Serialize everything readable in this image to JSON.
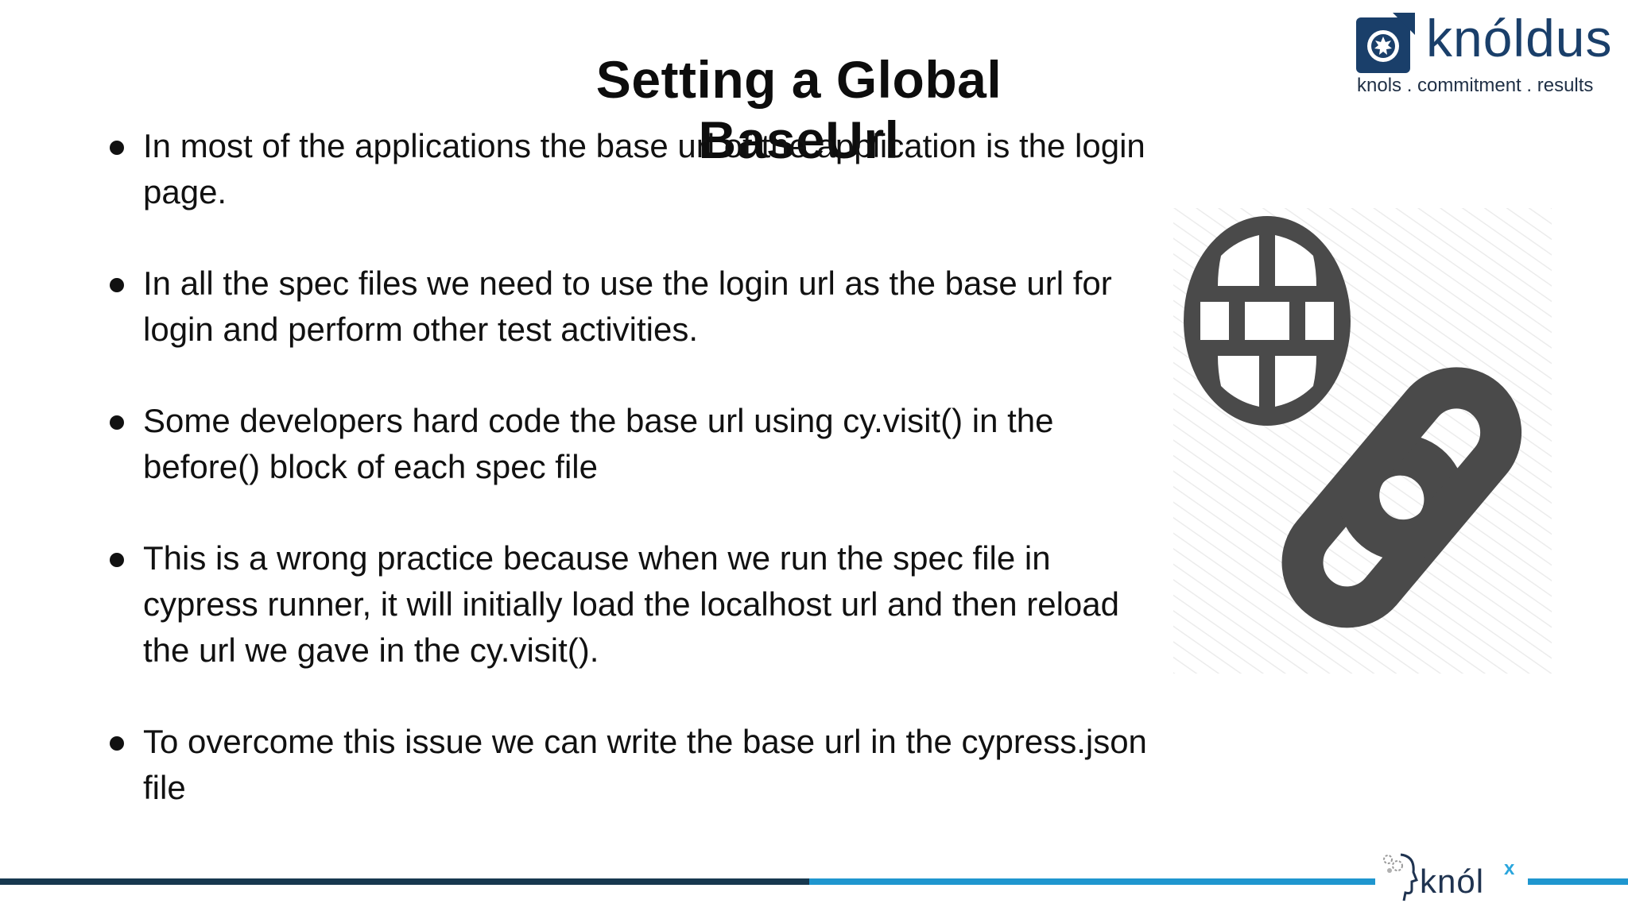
{
  "slide": {
    "title": "Setting a Global BaseUrl",
    "bullets": [
      "In most of the applications the base url of the application is the login page.",
      "In all the spec files we need to use the login url as the base url for login and perform other test activities.",
      "Some developers hard code the base url using cy.visit() in the before() block of each spec file",
      "This is a wrong practice because when we run the spec file in cypress runner, it will initially load the localhost url and then reload the url we gave in the cy.visit().",
      "To overcome this issue we can write the base url in the cypress.json file"
    ],
    "illustration_icons": [
      "globe-icon",
      "chain-link-icon"
    ]
  },
  "branding": {
    "logo_word": "knóldus",
    "logo_tagline": "knols . commitment . results",
    "knolx_text": "knól",
    "knolx_superscript": "x"
  },
  "colors": {
    "brand_blue": "#1a3f6a",
    "footer_dark": "#17384f",
    "footer_light": "#1f96cf",
    "icon_gray": "#4a4a4a"
  }
}
